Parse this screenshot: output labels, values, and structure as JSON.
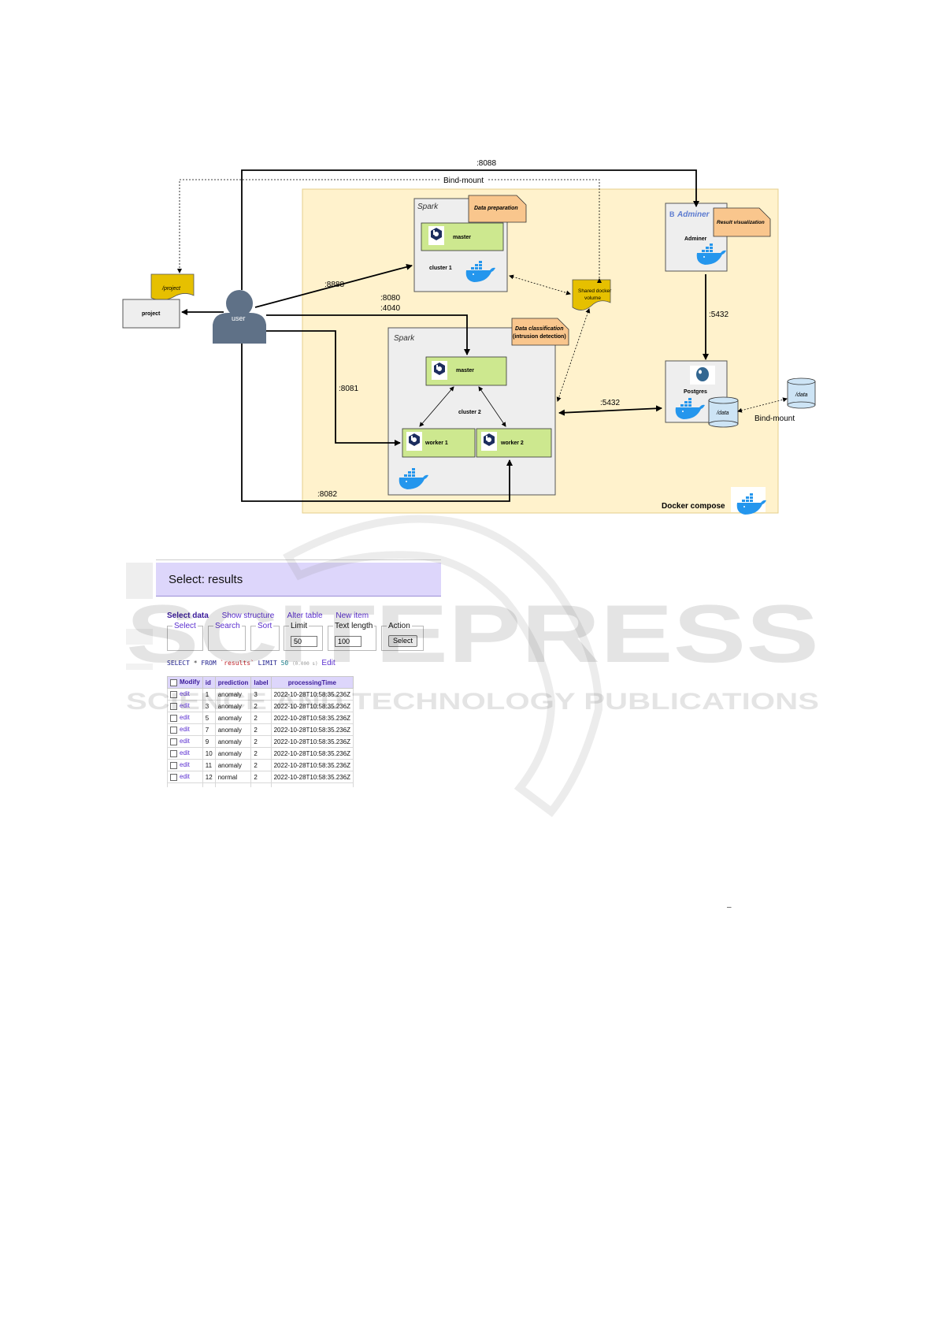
{
  "diagram": {
    "ports": {
      "p8088": ":8088",
      "bind_mount_top": "Bind-mount",
      "p8888": ":8888",
      "p8080": ":8080",
      "p4040": ":4040",
      "p8081": ":8081",
      "p8082": ":8082",
      "p5432_h": ":5432",
      "p5432_v": ":5432",
      "bind_mount_right": "Bind-mount"
    },
    "user_label": "user",
    "project_folder_tag": "/project",
    "project_box": "project",
    "cluster1": {
      "spark": "Spark",
      "note": "Data preparation",
      "master": "master",
      "bitnami": "bitnami",
      "label": "cluster 1"
    },
    "cluster2": {
      "spark": "Spark",
      "note_line1": "Data classification",
      "note_line2": "(intrusion detection)",
      "master": "master",
      "label": "cluster 2",
      "worker1": "worker 1",
      "worker2": "worker 2",
      "bitnami": "bitnami"
    },
    "shared_volume_line1": "Shared docker",
    "shared_volume_line2": "volume",
    "adminer": {
      "logo": "Adminer",
      "note": "Result visualization",
      "label": "Adminer"
    },
    "postgres": {
      "label": "Postgres",
      "data_inner": "/data",
      "data_outer": "/data"
    },
    "docker_compose": "Docker compose"
  },
  "adminer_screen": {
    "title": "Select: results",
    "links": [
      "Select data",
      "Show structure",
      "Alter table",
      "New item"
    ],
    "fieldsets": {
      "select": "Select",
      "search": "Search",
      "sort": "Sort",
      "limit_label": "Limit",
      "limit_value": "50",
      "text_length_label": "Text length",
      "text_length_value": "100",
      "action_label": "Action",
      "action_button": "Select"
    },
    "sql": {
      "select": "SELECT",
      "star": "*",
      "from": "FROM",
      "table": "`results`",
      "limit": "LIMIT",
      "limit_num": "50",
      "time": "(0.000 s)",
      "edit": "Edit"
    },
    "columns": [
      "Modify",
      "id",
      "prediction",
      "label",
      "processingTime"
    ],
    "rows": [
      {
        "edit": "edit",
        "id": "1",
        "prediction": "anomaly",
        "label": "3",
        "time": "2022-10-28T10:58:35.236Z"
      },
      {
        "edit": "edit",
        "id": "3",
        "prediction": "anomaly",
        "label": "2",
        "time": "2022-10-28T10:58:35.236Z"
      },
      {
        "edit": "edit",
        "id": "5",
        "prediction": "anomaly",
        "label": "2",
        "time": "2022-10-28T10:58:35.236Z"
      },
      {
        "edit": "edit",
        "id": "7",
        "prediction": "anomaly",
        "label": "2",
        "time": "2022-10-28T10:58:35.236Z"
      },
      {
        "edit": "edit",
        "id": "9",
        "prediction": "anomaly",
        "label": "2",
        "time": "2022-10-28T10:58:35.236Z"
      },
      {
        "edit": "edit",
        "id": "10",
        "prediction": "anomaly",
        "label": "2",
        "time": "2022-10-28T10:58:35.236Z"
      },
      {
        "edit": "edit",
        "id": "11",
        "prediction": "anomaly",
        "label": "2",
        "time": "2022-10-28T10:58:35.236Z"
      },
      {
        "edit": "edit",
        "id": "12",
        "prediction": "normal",
        "label": "2",
        "time": "2022-10-28T10:58:35.236Z"
      }
    ]
  },
  "watermark": {
    "line1": "SCITEPRESS",
    "line2": "SCIENCE AND TECHNOLOGY PUBLICATIONS"
  },
  "page_mark": "–"
}
